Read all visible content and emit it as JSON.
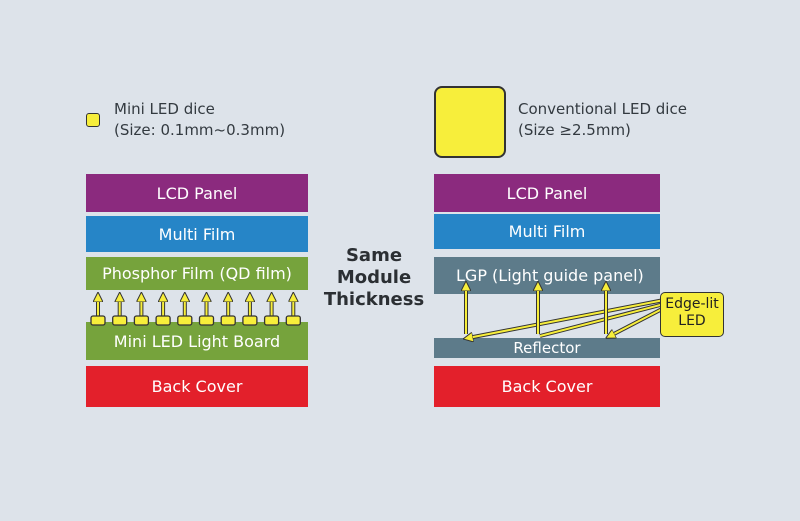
{
  "legend": {
    "mini_text_1": "Mini LED dice",
    "mini_text_2": "(Size: 0.1mm~0.3mm)",
    "conv_text_1": "Conventional LED dice",
    "conv_text_2": "(Size ≥2.5mm)"
  },
  "left_stack": {
    "lcd": "LCD Panel",
    "multi": "Multi Film",
    "phosphor": "Phosphor Film (QD film)",
    "board": "Mini LED Light Board",
    "back": "Back Cover"
  },
  "center": {
    "line1": "Same",
    "line2": "Module",
    "line3": "Thickness"
  },
  "right_stack": {
    "lcd": "LCD Panel",
    "multi": "Multi Film",
    "lgp": "LGP (Light guide panel)",
    "reflector": "Reflector",
    "back": "Back Cover",
    "edge_line1": "Edge-lit",
    "edge_line2": "LED"
  },
  "colors": {
    "lcd": "#8b2a7e",
    "multi": "#2685c7",
    "phosphor": "#76a33c",
    "board": "#76a33c",
    "lgp": "#5d7b8a",
    "reflector": "#5d7b8a",
    "back": "#e3202b",
    "die": "#f7ee3b"
  }
}
